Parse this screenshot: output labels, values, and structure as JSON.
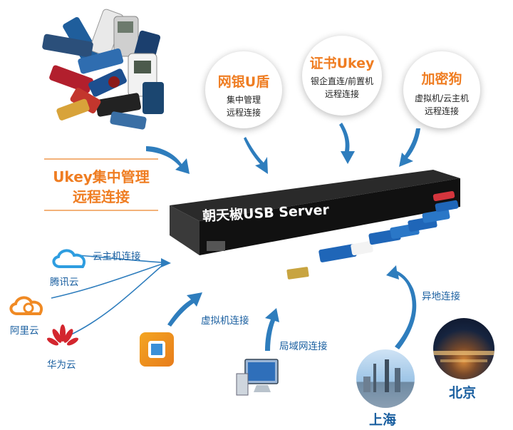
{
  "colors": {
    "accent": "#ef7d22",
    "blue": "#1a5fa0",
    "arrow": "#2e7dbd"
  },
  "left_block": {
    "line1": "Ukey集中管理",
    "line2": "远程连接"
  },
  "bubbles": [
    {
      "title": "网银U盾",
      "lines": [
        "集中管理",
        "远程连接"
      ]
    },
    {
      "title": "证书Ukey",
      "lines": [
        "银企直连/前置机",
        "远程连接"
      ]
    },
    {
      "title": "加密狗",
      "lines": [
        "虚拟机/云主机",
        "远程连接"
      ]
    }
  ],
  "server": {
    "label": "朝天椒USB Server"
  },
  "cloud": {
    "connect_label": "云主机连接",
    "providers": [
      {
        "name": "腾讯云",
        "icon": "tencent-cloud-icon"
      },
      {
        "name": "阿里云",
        "icon": "aliyun-icon"
      },
      {
        "name": "华为云",
        "icon": "huawei-cloud-icon"
      }
    ]
  },
  "vm": {
    "label": "虚拟机连接",
    "icon": "vmware-icon"
  },
  "lan": {
    "label": "局域网连接",
    "icon": "desktop-computer-icon"
  },
  "remote": {
    "label": "异地连接",
    "cities": [
      "北京",
      "上海"
    ]
  }
}
